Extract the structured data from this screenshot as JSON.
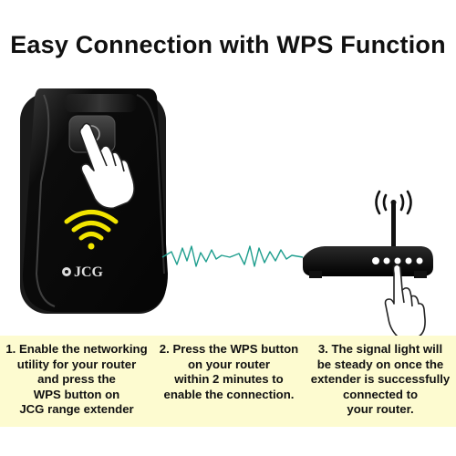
{
  "title": "Easy Connection with WPS Function",
  "brand": "JCG",
  "colors": {
    "wifi_signal": "#f2e500",
    "wave": "#1f9e8e",
    "device_body": "#0c0c0c",
    "steps_background": "#fdfbd0"
  },
  "icons": {
    "hand_top": "pointing-hand-icon",
    "hand_router": "pointing-hand-icon",
    "wifi": "wifi-signal-icon"
  },
  "steps": [
    {
      "lines": [
        "1. Enable the networking",
        "utility for your router",
        "and press the",
        "WPS button on",
        "JCG range extender"
      ]
    },
    {
      "lines": [
        "2. Press the WPS button",
        "on your router",
        "within 2 minutes to",
        "enable the connection."
      ]
    },
    {
      "lines": [
        "3. The signal light will",
        "be steady on once the",
        "extender is successfully",
        "connected to",
        "your router."
      ]
    }
  ]
}
